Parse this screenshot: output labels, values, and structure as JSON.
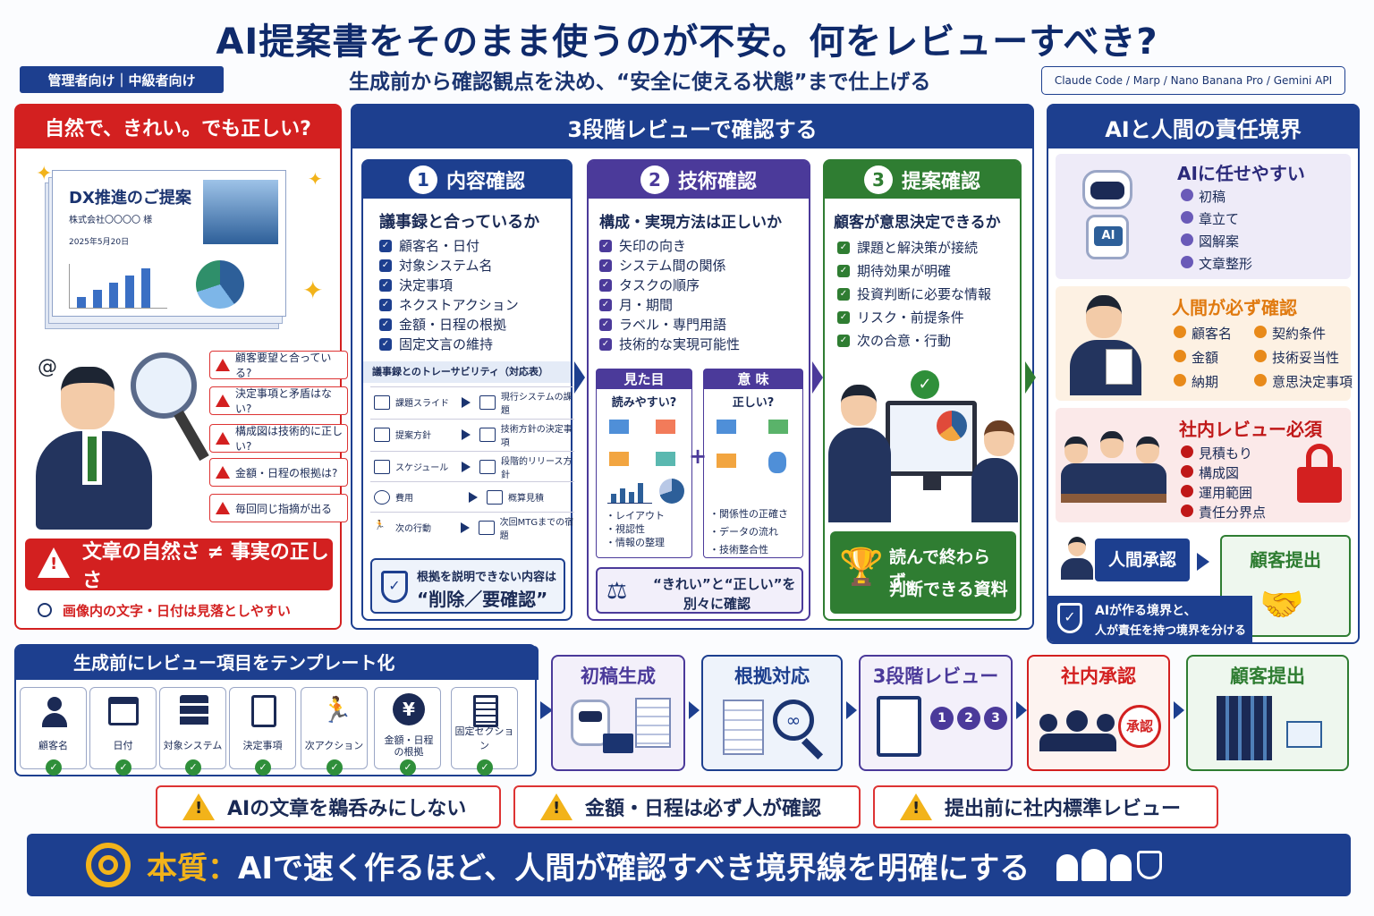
{
  "header": {
    "title": "AI提案書をそのまま使うのが不安。何をレビューすべき?",
    "subtitle": "生成前から確認観点を決め、“安全に使える状態”まで仕上げる",
    "audience": "管理者向け｜中級者向け",
    "tools": "Claude Code / Marp / Nano Banana Pro / Gemini API"
  },
  "left": {
    "title": "自然で、きれい。でも正しい?",
    "doc_title": "DX推進のご提案",
    "doc_company": "株式会社〇〇〇〇 様",
    "doc_date": "2025年5月20日",
    "warnings": [
      "顧客要望と合っている?",
      "決定事項と矛盾はない?",
      "構成図は技術的に正しい?",
      "金額・日程の根拠は?",
      "毎回同じ指摘が出る"
    ],
    "banner": "文章の自然さ ≠ 事実の正しさ",
    "note": "画像内の文字・日付は見落としやすい"
  },
  "center": {
    "title": "3段階レビューで確認する",
    "s1": {
      "num": "1",
      "title": "内容確認",
      "q": "議事録と合っているか",
      "items": [
        "顧客名・日付",
        "対象システム名",
        "決定事項",
        "ネクストアクション",
        "金額・日程の根拠",
        "固定文言の維持"
      ],
      "trace_title": "議事録とのトレーサビリティ（対応表）",
      "trace": [
        [
          "課題スライド",
          "現行システムの課題"
        ],
        [
          "提案方針",
          "技術方針の決定事項"
        ],
        [
          "スケジュール",
          "段階的リリース方針"
        ],
        [
          "費用",
          "概算見積"
        ],
        [
          "次の行動",
          "次回MTGまでの宿題"
        ]
      ],
      "bottom1": "根拠を説明できない内容は",
      "bottom2": "“削除／要確認”"
    },
    "s2": {
      "num": "2",
      "title": "技術確認",
      "q": "構成・実現方法は正しいか",
      "items": [
        "矢印の向き",
        "システム間の関係",
        "タスクの順序",
        "月・期間",
        "ラベル・専門用語",
        "技術的な実現可能性"
      ],
      "look_title": "見た目",
      "look_q": "読みやすい?",
      "look_items": [
        "・レイアウト",
        "・視認性",
        "・情報の整理"
      ],
      "mean_title": "意 味",
      "mean_q": "正しい?",
      "mean_items": [
        "・関係性の正確さ",
        "・データの流れ",
        "・技術整合性"
      ],
      "bottom1": "“きれい”と“正しい”を",
      "bottom2": "別々に確認"
    },
    "s3": {
      "num": "3",
      "title": "提案確認",
      "q": "顧客が意思決定できるか",
      "items": [
        "課題と解決策が接続",
        "期待効果が明確",
        "投資判断に必要な情報",
        "リスク・前提条件",
        "次の合意・行動"
      ],
      "bottom1": "読んで終わらず、",
      "bottom2": "判断できる資料"
    }
  },
  "right": {
    "title": "AIと人間の責任境界",
    "ai_title": "AIに任せやすい",
    "ai_items": [
      "初稿",
      "章立て",
      "図解案",
      "文章整形"
    ],
    "robot_label": "AI",
    "human_title": "人間が必ず確認",
    "human_items": [
      "顧客名",
      "契約条件",
      "金額",
      "技術妥当性",
      "納期",
      "意思決定事項"
    ],
    "internal_title": "社内レビュー必須",
    "internal_items": [
      "見積もり",
      "構成図",
      "運用範囲",
      "責任分界点"
    ],
    "approve": "人間承認",
    "submit": "顧客提出",
    "boundary1": "AIが作る境界と、",
    "boundary2": "人が責任を持つ境界を分ける"
  },
  "template": {
    "title": "生成前にレビュー項目をテンプレート化",
    "items": [
      "顧客名",
      "日付",
      "対象システム",
      "決定事項",
      "次アクション",
      "金額・日程の根拠",
      "固定セクション"
    ]
  },
  "flow": {
    "steps": [
      "初稿生成",
      "根拠対応",
      "3段階レビュー",
      "社内承認",
      "顧客提出"
    ],
    "stamp": "承認",
    "nums": [
      "1",
      "2",
      "3"
    ]
  },
  "warnings_bottom": [
    "AIの文章を鵜呑みにしない",
    "金額・日程は必ず人が確認",
    "提出前に社内標準レビュー"
  ],
  "essence": {
    "label": "本質：",
    "text": "AIで速く作るほど、人間が確認すべき境界線を明確にする"
  },
  "colors": {
    "navy": "#1d3f8f",
    "red": "#d32020",
    "purple": "#4b3a9a",
    "green": "#2f7d32",
    "orange": "#e88a1a"
  }
}
